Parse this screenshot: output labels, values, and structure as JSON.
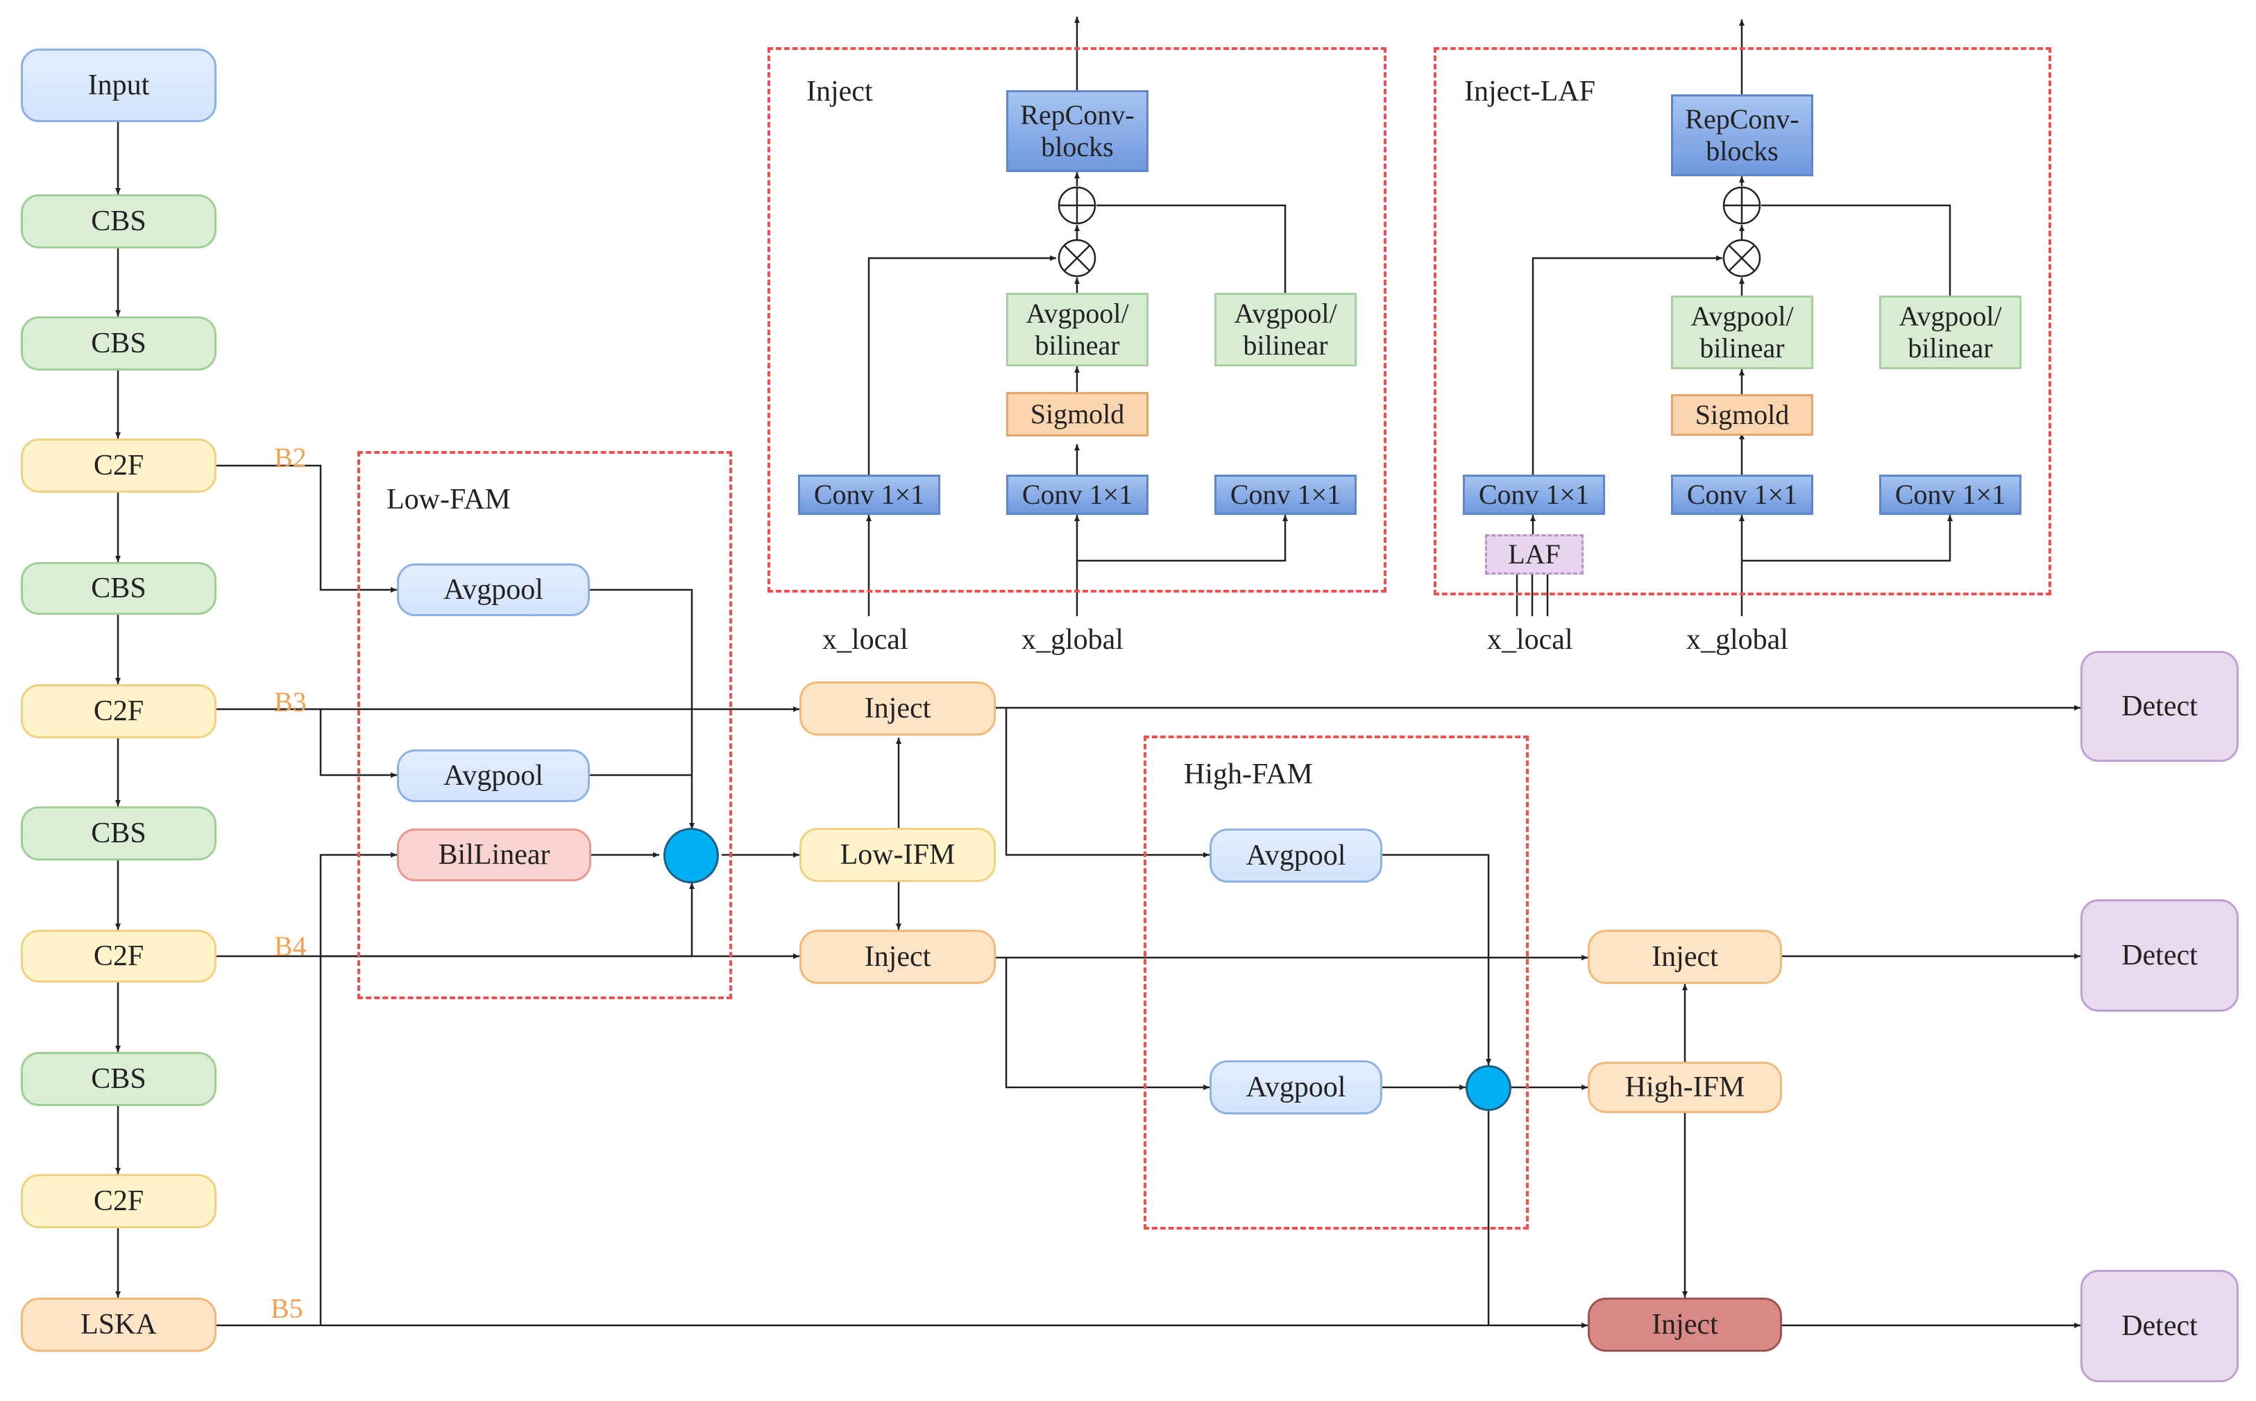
{
  "backbone": {
    "input": "Input",
    "cbs": "CBS",
    "c2f": "C2F",
    "lska": "LSKA",
    "b2": "B2",
    "b3": "B3",
    "b4": "B4",
    "b5": "B5"
  },
  "low_fam": {
    "title": "Low-FAM",
    "avgpool": "Avgpool",
    "bilinear": "BilLinear"
  },
  "high_fam": {
    "title": "High-FAM",
    "avgpool": "Avgpool"
  },
  "neck": {
    "inject": "Inject",
    "low_ifm": "Low-IFM",
    "high_ifm": "High-IFM"
  },
  "head": {
    "detect": "Detect"
  },
  "inject_detail": {
    "title": "Inject",
    "repconv": "RepConv-blocks",
    "avgpool_bilinear": "Avgpool/ bilinear",
    "sigmoid": "Sigmold",
    "conv": "Conv 1×1",
    "x_local": "x_local",
    "x_global": "x_global"
  },
  "inject_laf_detail": {
    "title": "Inject-LAF",
    "repconv": "RepConv-blocks",
    "avgpool_bilinear": "Avgpool/ bilinear",
    "sigmoid": "Sigmold",
    "conv": "Conv 1×1",
    "laf": "LAF",
    "x_local": "x_local",
    "x_global": "x_global"
  },
  "colors": {
    "frame": "#ef5050",
    "fusion_dot": "#00b0f0",
    "label_orange": "#f0a052"
  }
}
